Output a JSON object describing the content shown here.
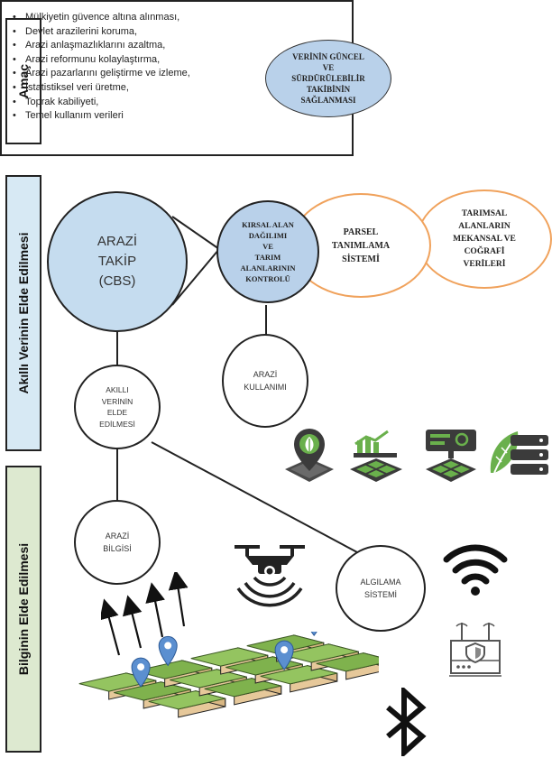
{
  "labels": {
    "amac": "Amaç",
    "akilli": "Akıllı Verinin Elde Edilmesi",
    "bilgi": "Bilginin Elde Edilmesi"
  },
  "goals": [
    "Mülkiyetin güvence altına alınması,",
    "Devlet arazilerini koruma,",
    "Arazi anlaşmazlıklarını azaltma,",
    "Arazi reformunu kolaylaştırma,",
    "Arazi pazarlarını geliştirme ve izleme,",
    "İstatistiksel veri üretme,",
    "Toprak kabiliyeti,",
    "Temel kullanım verileri"
  ],
  "goal_ellipse": [
    "VERİNİN GÜNCEL",
    "VE",
    "SÜRDÜRÜLEBİLİR",
    "TAKİBİNİN",
    "SAĞLANMASI"
  ],
  "arazi_takip": [
    "ARAZİ",
    "TAKİP",
    "(CBS)"
  ],
  "kirsal": [
    "KIRSAL ALAN",
    "DAĞILIMI",
    "VE",
    "TARIM",
    "ALANLARININ",
    "KONTROLÜ"
  ],
  "parsel": [
    "PARSEL",
    "TANIMLAMA",
    "SİSTEMİ"
  ],
  "tarimsal": [
    "TARIMSAL",
    "ALANLARIN",
    "MEKANSAL VE",
    "COĞRAFİ",
    "VERİLERİ"
  ],
  "arazi_kullanimi": [
    "ARAZİ",
    "KULLANIMI"
  ],
  "akilli_verinin": [
    "AKILLI",
    "VERİNİN",
    "ELDE",
    "EDİLMESİ"
  ],
  "arazi_bilgisi": [
    "ARAZİ",
    "BİLGİSİ"
  ],
  "algilama": [
    "ALGILAMA",
    "SİSTEMİ"
  ],
  "icons": [
    "map-pin-leaf-icon",
    "field-chart-icon",
    "field-monitor-icon",
    "leaf-server-icon",
    "drone-icon",
    "wifi-icon",
    "router-shield-icon",
    "bluetooth-icon",
    "fields-with-pins-icon",
    "upward-arrows-icon"
  ],
  "colors": {
    "label_blue": "#d7e9f4",
    "label_green": "#dde9d0",
    "circle_blue": "#c5dcef",
    "ellipse_blue": "#b9d1ea",
    "ellipse_orange": "#f0a25c",
    "icon_dark": "#3b3b3b",
    "icon_green": "#6ab04c"
  }
}
